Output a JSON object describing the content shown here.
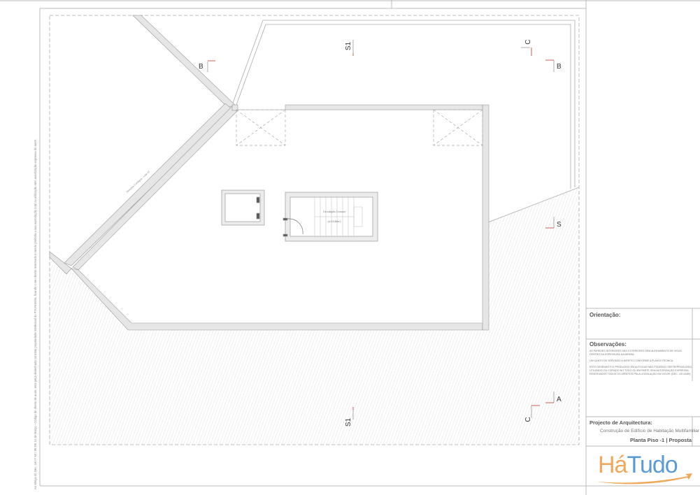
{
  "copyright_note": "Ao abrigo do Dec. Lei nº 63 / 85 DE 14 de Março - Código do direito de autor, esta peça desenhada constitui propriedade intelectual do P.M Ferreira, ficando o seu direito reservado e sendo proibida a sua reprodução total ou utilização sem autorização expressa do autor.",
  "plan": {
    "wall_label": "Divisória Contígua - Lote 47",
    "stair_label": "Circulação Comum",
    "stair_sublabel": "(A=15,80m²)",
    "section_markers": {
      "s1_top": "S1",
      "s1_bottom": "S1",
      "b_left": "B",
      "b_right": "B",
      "c_top": "C",
      "c_bottom": "C",
      "s_right": "S",
      "a_right": "A"
    },
    "marker_color": "#c0392b"
  },
  "title_block": {
    "orientation_label": "Orientação:",
    "observations_label": "Observações:",
    "observations": [
      "AS PAREDES INTERIORES SÃO EXTERIORES SEM ALINHAMENTO DE VIGAS",
      "DENTRO DA ESPESSURA DA MESMA.",
      "UM CANTO DE SERVIDÃO A DIREITO CONFORME A PLANTA TÉCNICA.",
      "ESTE DESENHO FOI PRODUZIDO EM AUTOCAD NÃO PODENDO SER REPRODUZIDO,",
      "UTILIZADO OU COPIADO NO TODO OU EM PARTE SEM AUTORIZAÇÃO EXPRESSA,",
      "RESERVADOS TODOS OS DIREITOS PELA LEGISLAÇÃO EM VIGOR. (DEC. LEI 63/85)"
    ],
    "project_label": "Projecto de Arquitectura:",
    "project_name": "Construção de Edifício de Habitação Multifamiliar",
    "sheet_title": "Planta Piso -1 | Proposta"
  },
  "logo": {
    "part1": "Há",
    "part2": "Tudo",
    "color1": "#f0a95b",
    "color2": "#5b9bd5"
  }
}
